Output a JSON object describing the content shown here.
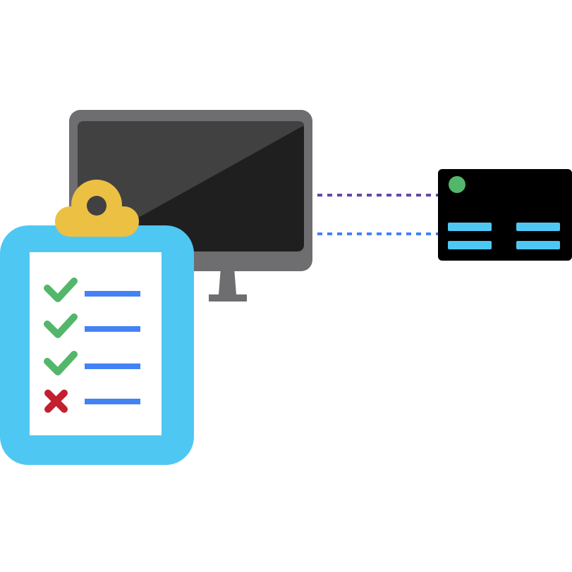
{
  "illustration": {
    "icons": {
      "monitor": "monitor-icon",
      "clipboard": "clipboard-icon",
      "device_card": "device-card-icon",
      "check": "check-icon",
      "cross": "cross-icon"
    },
    "checklist": {
      "items": [
        {
          "status": "pass"
        },
        {
          "status": "pass"
        },
        {
          "status": "pass"
        },
        {
          "status": "fail"
        }
      ]
    },
    "device_card": {
      "status_led": "on"
    }
  },
  "colors": {
    "background": "#ffffff",
    "monitor_frame": "#6e6e70",
    "monitor_screen_light": "#414141",
    "monitor_screen_dark": "#1f1f1f",
    "clipboard_board": "#4fc7f3",
    "clipboard_paper": "#ffffff",
    "clipboard_clip": "#ecc042",
    "clip_hole": "#414141",
    "check": "#52b76a",
    "cross": "#c21f2f",
    "line": "#4382f4",
    "connector_purple": "#6746a8",
    "connector_blue": "#4382f4",
    "card": "#000000",
    "card_led": "#52b76a",
    "card_bar": "#4fc7f3"
  }
}
